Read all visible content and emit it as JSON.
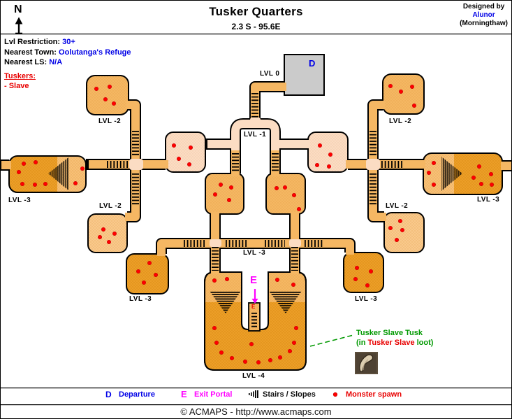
{
  "header": {
    "compass": "N",
    "title": "Tusker Quarters",
    "coordinates": "2.3 S - 95.6E",
    "designed_by": "Designed by",
    "designer": "Alunor",
    "designer_world": "(Morningthaw)"
  },
  "info": {
    "lvl_restriction_label": "Lvl Restriction:",
    "lvl_restriction_value": "30+",
    "nearest_town_label": "Nearest Town:",
    "nearest_town_value": "Oolutanga's Refuge",
    "nearest_ls_label": "Nearest LS:",
    "nearest_ls_value": "N/A",
    "creatures_header": "Tuskers:",
    "creatures": [
      "- Slave"
    ]
  },
  "map": {
    "labels": {
      "lvl0": "LVL 0",
      "lvl_minus1": "LVL -1",
      "lvl_minus2": "LVL -2",
      "lvl_minus3": "LVL -3",
      "lvl_minus4": "LVL -4"
    },
    "markers": {
      "departure": "D",
      "exit": "E",
      "exit_small": "E"
    },
    "annotation": {
      "line1": "Tusker Slave Tusk",
      "loot_prefix": "(in ",
      "loot_creature": "Tusker Slave",
      "loot_suffix": " loot)"
    }
  },
  "legend": {
    "departure_symbol": "D",
    "departure_label": "Departure",
    "exit_symbol": "E",
    "exit_label": "Exit Portal",
    "stairs_label": "Stairs / Slopes",
    "monster_label": "Monster spawn"
  },
  "footer": {
    "copyright": "© ACMAPS - http://www.acmaps.com"
  },
  "colors": {
    "corridor_orange": "#f5b763",
    "room_peach": "#fbdcc3",
    "room_light_orange": "#f9c98c",
    "room_dark_orange": "#ec9e28",
    "departure_gray": "#cbcbcb",
    "spawn_red": "#ff0000",
    "link_blue": "#0000e6",
    "exit_magenta": "#ff00ff",
    "annotation_green": "#009900"
  }
}
